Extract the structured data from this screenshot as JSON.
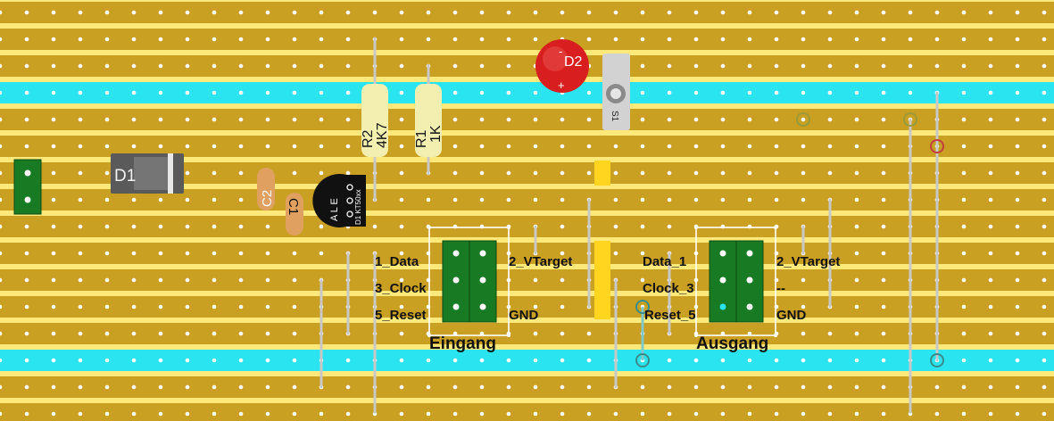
{
  "board": {
    "strip_color": "#c9a021",
    "gap_color": "#ffe97a",
    "hole_color": "#ffffff",
    "highlight_color": "#2ae4f0"
  },
  "components": {
    "d1": {
      "label": "D1"
    },
    "d2": {
      "label": "D2",
      "plus": "+",
      "minus": "-"
    },
    "r1": {
      "name": "R1",
      "value": "1K"
    },
    "r2": {
      "name": "R2",
      "value": "4K7"
    },
    "c1": {
      "label": "C1"
    },
    "c2": {
      "label": "C2"
    },
    "s1": {
      "label": "S1"
    },
    "u1": {
      "pins": "A L E",
      "part": "D1 KT50xx"
    }
  },
  "connectors": {
    "eingang": {
      "title": "Eingang",
      "left_labels": [
        "1_Data",
        "3_Clock",
        "5_Reset"
      ],
      "right_labels": [
        "2_VTarget",
        "",
        "GND"
      ]
    },
    "ausgang": {
      "title": "Ausgang",
      "left_labels": [
        "Data_1",
        "Clock_3",
        "Reset_5"
      ],
      "right_labels": [
        "2_VTarget",
        "--",
        "GND"
      ]
    }
  }
}
